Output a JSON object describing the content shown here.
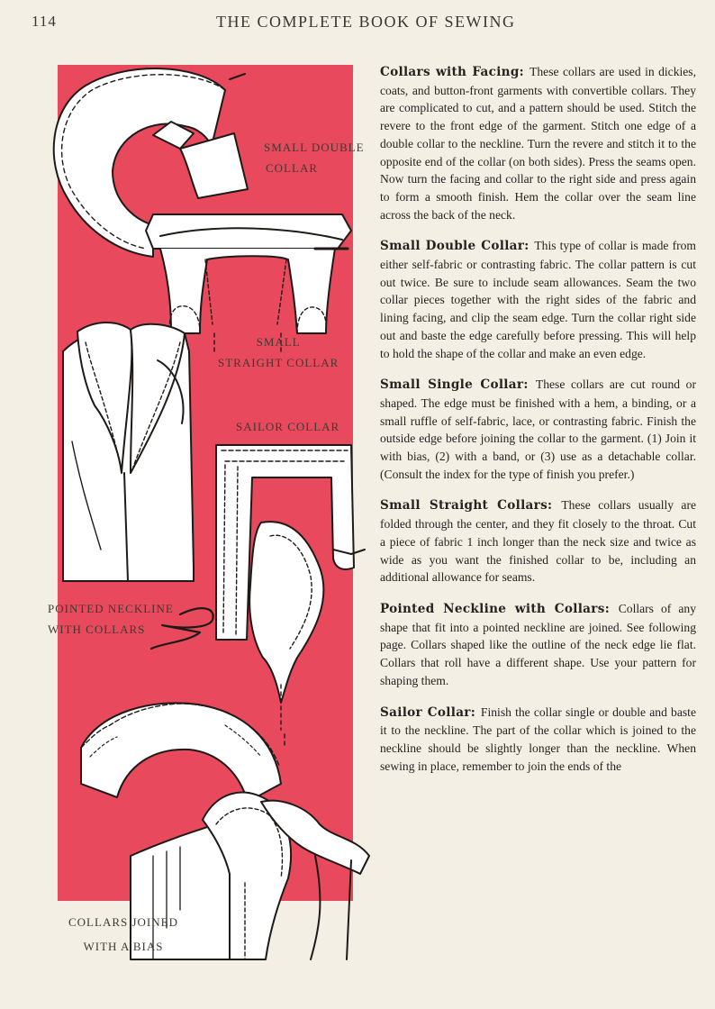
{
  "header": {
    "page_number": "114",
    "book_title": "THE COMPLETE BOOK OF SEWING"
  },
  "illustration": {
    "captions": {
      "small_double_collar_1": "SMALL DOUBLE",
      "small_double_collar_2": "COLLAR",
      "small_straight_collar_1": "SMALL",
      "small_straight_collar_2": "STRAIGHT COLLAR",
      "sailor_collar": "SAILOR COLLAR",
      "pointed_neckline_1": "POINTED NECKLINE",
      "pointed_neckline_2": "WITH COLLARS",
      "collars_joined_1": "COLLARS JOINED",
      "collars_joined_2": "WITH A BIAS"
    },
    "colors": {
      "accent": "#e8495c",
      "paper": "#f3efe4",
      "ink": "#262220"
    }
  },
  "sections": [
    {
      "heading": "Collars with Facing:",
      "body": "These collars are used in dickies, coats, and button-front garments with convertible collars. They are complicated to cut, and a pattern should be used. Stitch the revere to the front edge of the garment. Stitch one edge of a double collar to the neckline. Turn the revere and stitch it to the opposite end of the collar (on both sides). Press the seams open. Now turn the facing and collar to the right side and press again to form a smooth finish. Hem the collar over the seam line across the back of the neck."
    },
    {
      "heading": "Small Double Collar:",
      "body": "This type of collar is made from either self-fabric or contrasting fabric. The collar pattern is cut out twice. Be sure to include seam allowances. Seam the two collar pieces together with the right sides of the fabric and lining facing, and clip the seam edge. Turn the collar right side out and baste the edge carefully before pressing. This will help to hold the shape of the collar and make an even edge."
    },
    {
      "heading": "Small Single Collar:",
      "body": "These collars are cut round or shaped. The edge must be finished with a hem, a binding, or a small ruffle of self-fabric, lace, or contrasting fabric. Finish the outside edge before joining the collar to the garment. (1) Join it with bias, (2) with a band, or (3) use as a detachable collar. (Consult the index for the type of finish you prefer.)"
    },
    {
      "heading": "Small Straight Collars:",
      "body": "These collars usually are folded through the center, and they fit closely to the throat. Cut a piece of fabric 1 inch longer than the neck size and twice as wide as you want the finished collar to be, including an additional allowance for seams."
    },
    {
      "heading": "Pointed Neckline with Collars:",
      "body": "Collars of any shape that fit into a pointed neckline are joined. See following page. Collars shaped like the outline of the neck edge lie flat. Collars that roll have a different shape. Use your pattern for shaping them."
    },
    {
      "heading": "Sailor Collar:",
      "body": "Finish the collar single or double and baste it to the neckline. The part of the collar which is joined to the neckline should be slightly longer than the neckline. When sewing in place, remember to join the ends of the"
    }
  ]
}
